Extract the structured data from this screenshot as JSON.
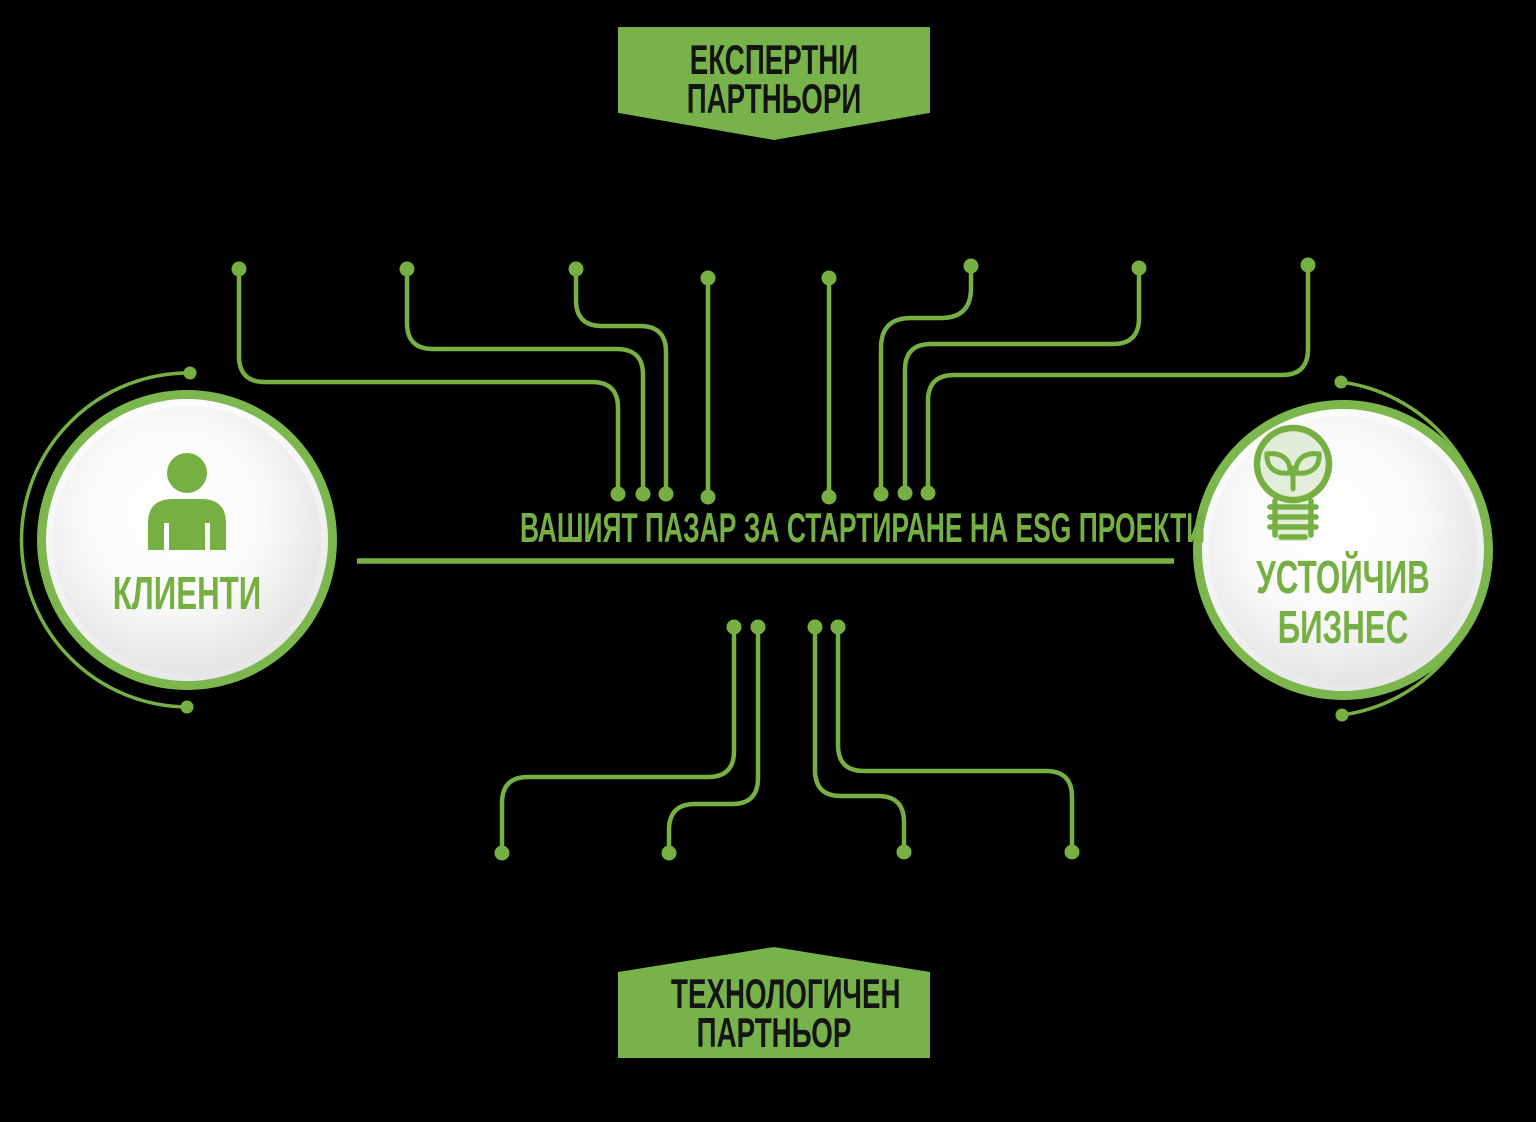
{
  "banners": {
    "top": {
      "line1": "ЕКСПЕРТНИ",
      "line2": "ПАРТНЬОРИ"
    },
    "bottom": {
      "line1": "ТЕХНОЛОГИЧЕН",
      "line2": "ПАРТНЬОР"
    }
  },
  "nodes": {
    "clients": {
      "label": "КЛИЕНТИ",
      "icon": "person-icon"
    },
    "sustainable_business": {
      "label_line1": "УСТОЙЧИВ",
      "label_line2": "БИЗНЕС",
      "icon": "lightbulb-plant-icon"
    }
  },
  "center": {
    "headline": "ВАШИЯТ ПАЗАР ЗА СТАРТИРАНЕ НА ESG ПРОЕКТИ"
  },
  "colors": {
    "green": "#76b043",
    "banner_green": "#77b24a",
    "ring_green": "#7bb74d",
    "banner_text": "#141414",
    "background": "#000000"
  }
}
